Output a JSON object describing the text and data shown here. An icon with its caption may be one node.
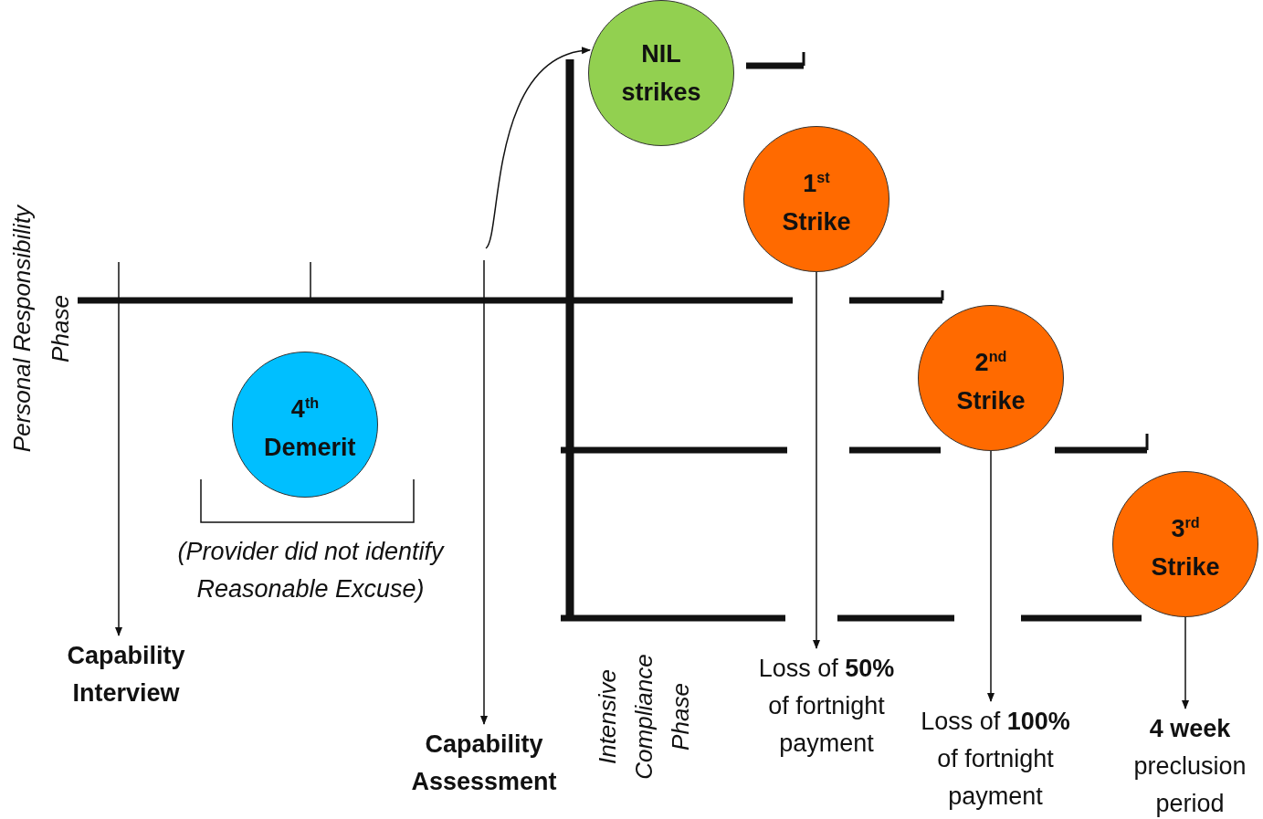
{
  "diagram": {
    "nodes": [
      {
        "text": [
          "NIL strikes"
        ]
      },
      {
        "text": [
          "1$^{st}$ Strike"
        ]
      },
      {
        "text": [
          "2$^{nd}$ Strike"
        ]
      },
      {
        "text": [
          "3$^{rd}$ Strike"
        ]
      },
      {
        "text": [
          "4$^{th}$ Demerit"
        ],
        "beside": [
          "(Provider did not identify Reasonable Excuse)"
        ]
      },
      {
        "text": [
          "Capability Interview"
        ]
      },
      {
        "text": [
          "Capability Assessment"
        ]
      },
      {
        "text": [
          "Loss of **50%** of fortnight payment"
        ]
      },
      {
        "text": [
          "Loss of **100%** of fortnight payment"
        ]
      },
      {
        "text": [
          "**4 week** preclusion period"
        ]
      }
    ],
    "edges": [
      {
        "from": null,
        "to": 5,
        "arrow": "to"
      },
      {
        "from": null,
        "to": 6,
        "arrow": "to"
      },
      {
        "from": null,
        "to": 0,
        "arrow": "to"
      },
      {
        "from": 1,
        "to": 7,
        "arrow": "to"
      },
      {
        "from": 2,
        "to": 8,
        "arrow": "to"
      },
      {
        "from": 3,
        "to": 9,
        "arrow": "to"
      }
    ],
    "labels": [
      "Personal Responsibility Phase",
      "Intensive Compliance Phase"
    ]
  }
}
